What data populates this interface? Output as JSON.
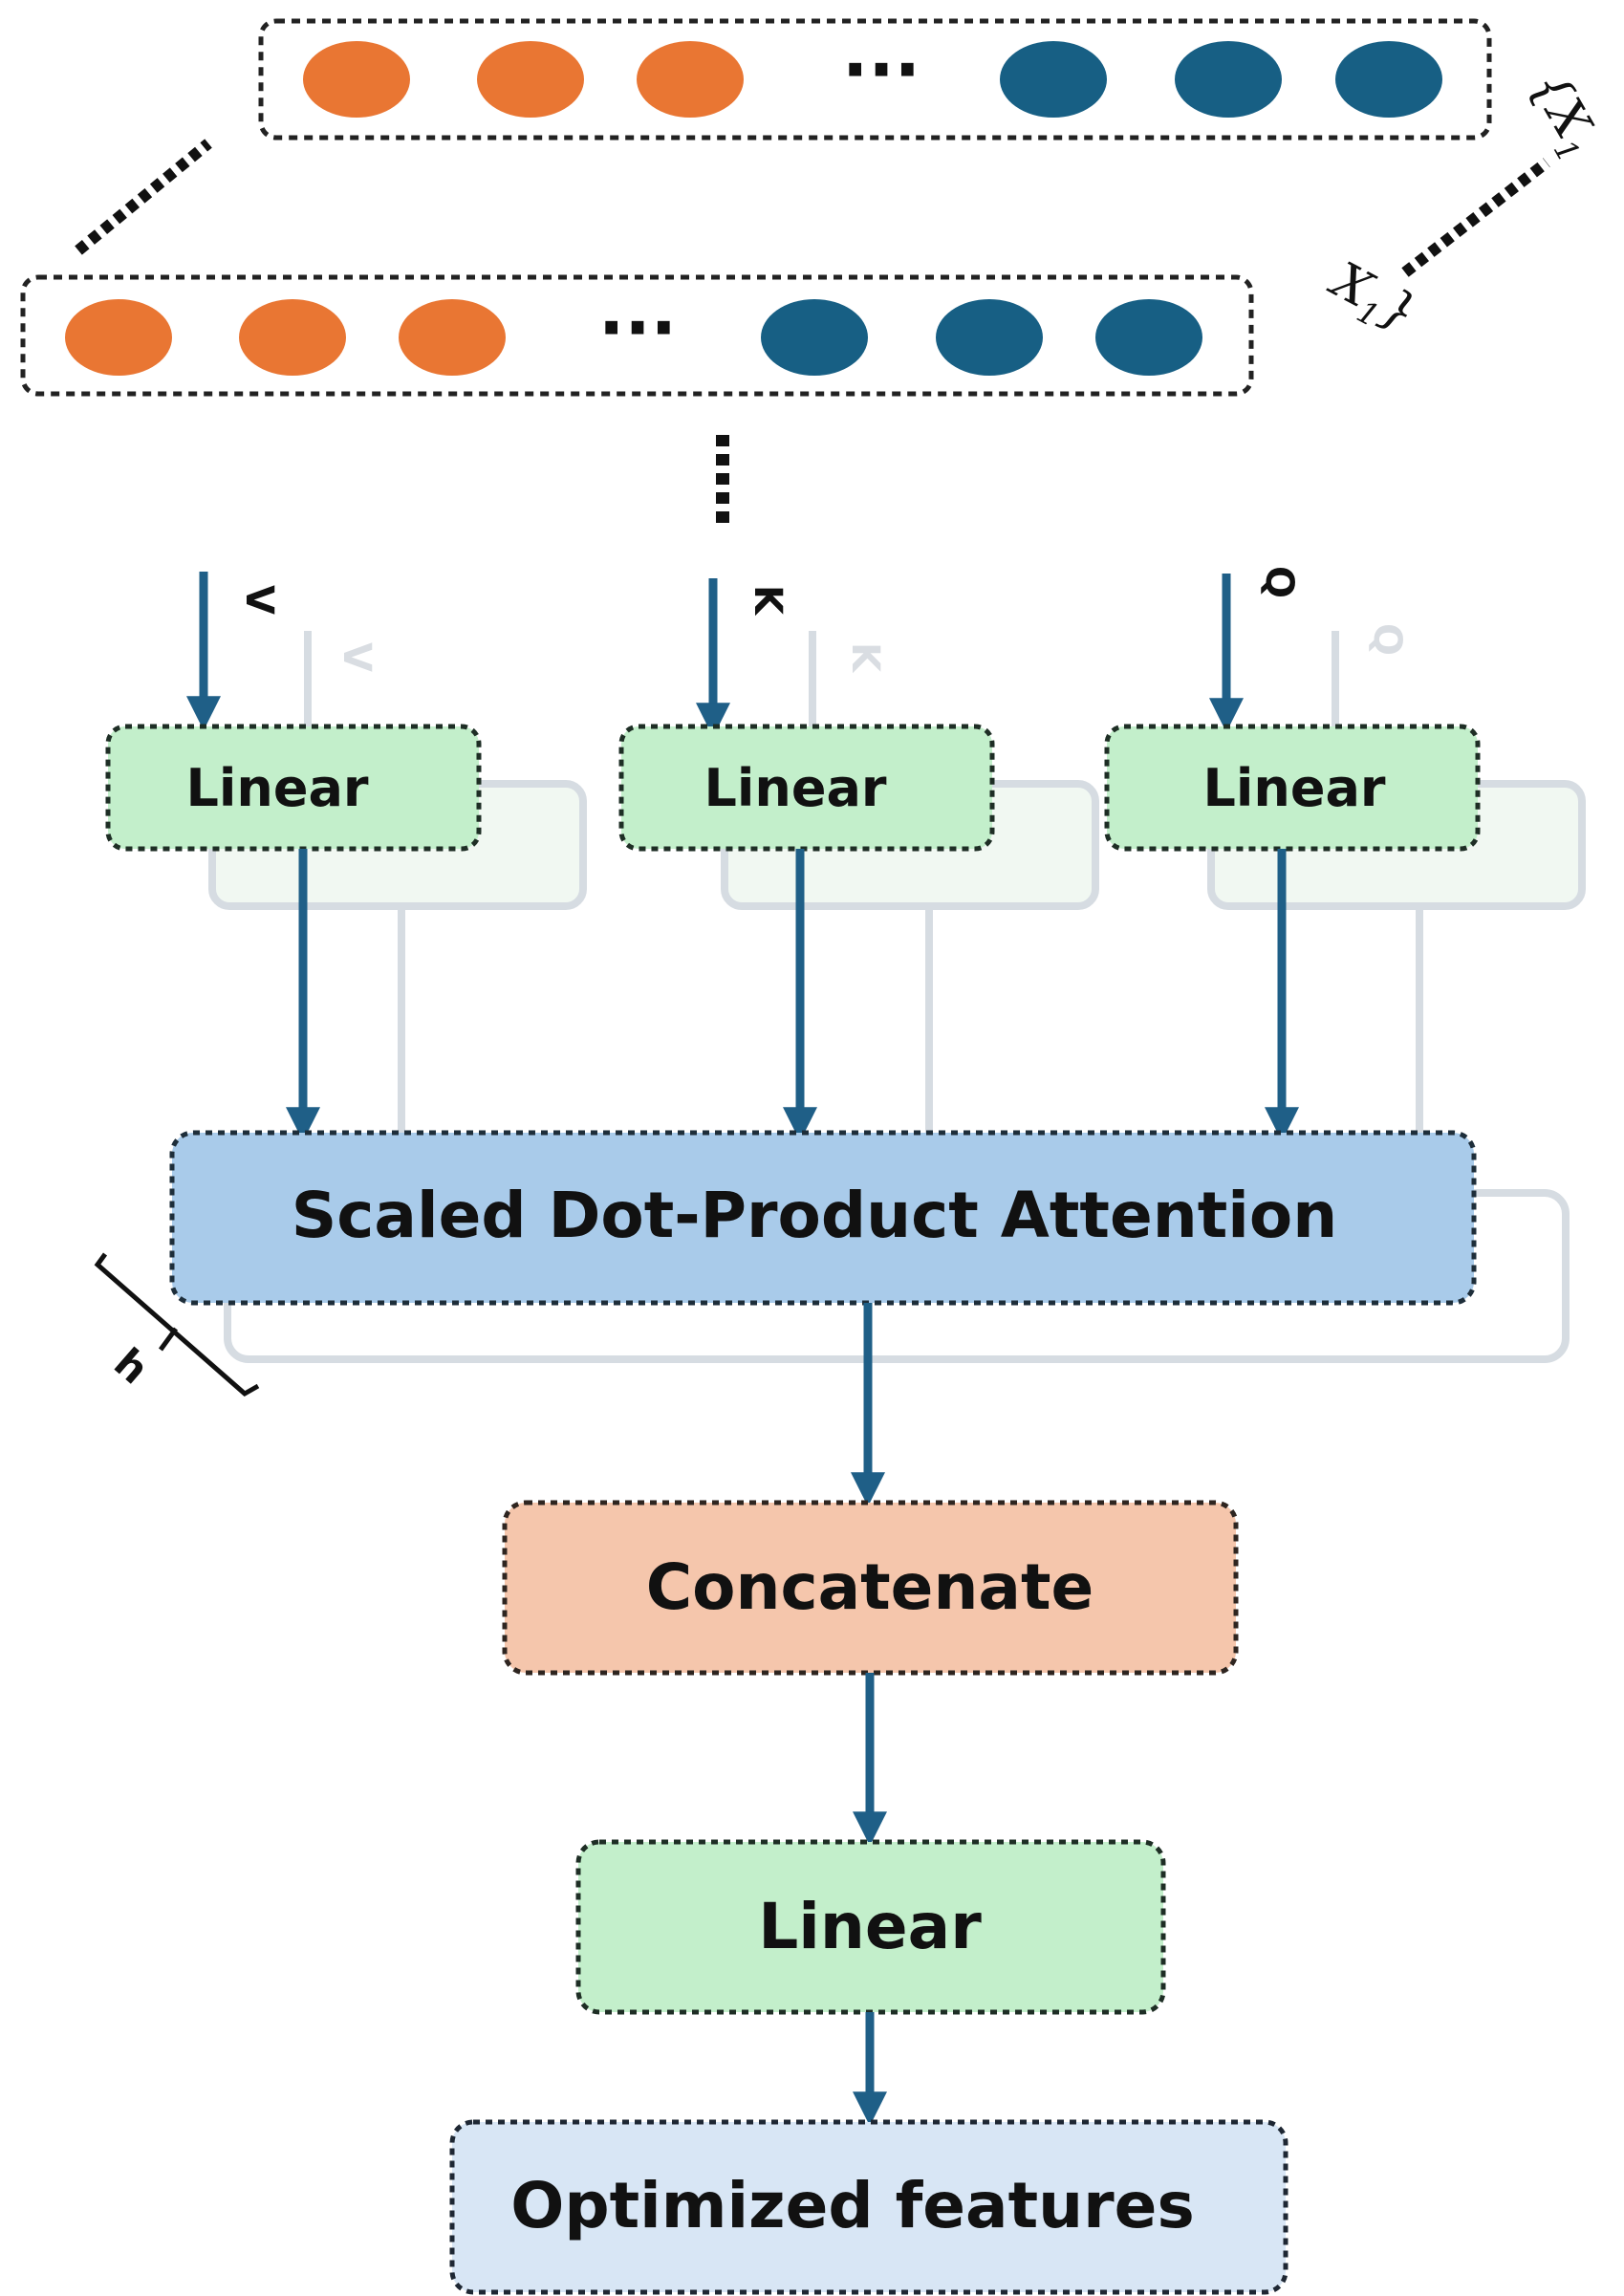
{
  "nodes": {
    "linear_v": "Linear",
    "linear_k": "Linear",
    "linear_q": "Linear",
    "attention": "Scaled Dot-Product Attention",
    "concatenate": "Concatenate",
    "linear_out": "Linear",
    "output": "Optimized features"
  },
  "inputs": {
    "v": "V",
    "k": "K",
    "q": "Q"
  },
  "sequence": {
    "set_open": "{X",
    "set_open_sub": "1",
    "set_close": "X",
    "set_close_sub": "1",
    "set_close_brace": "}",
    "ellipsis": "···"
  },
  "heads_label": "h",
  "colors": {
    "orange_token": "#E97633",
    "blue_token": "#175F84",
    "arrow": "#1F5F87",
    "linear_fill": "#C3EFCB",
    "attention_fill": "#A9CBEA",
    "concat_fill": "#F5C6AC",
    "output_fill": "#D8E6F5",
    "ghost": "#D6DCE2"
  }
}
